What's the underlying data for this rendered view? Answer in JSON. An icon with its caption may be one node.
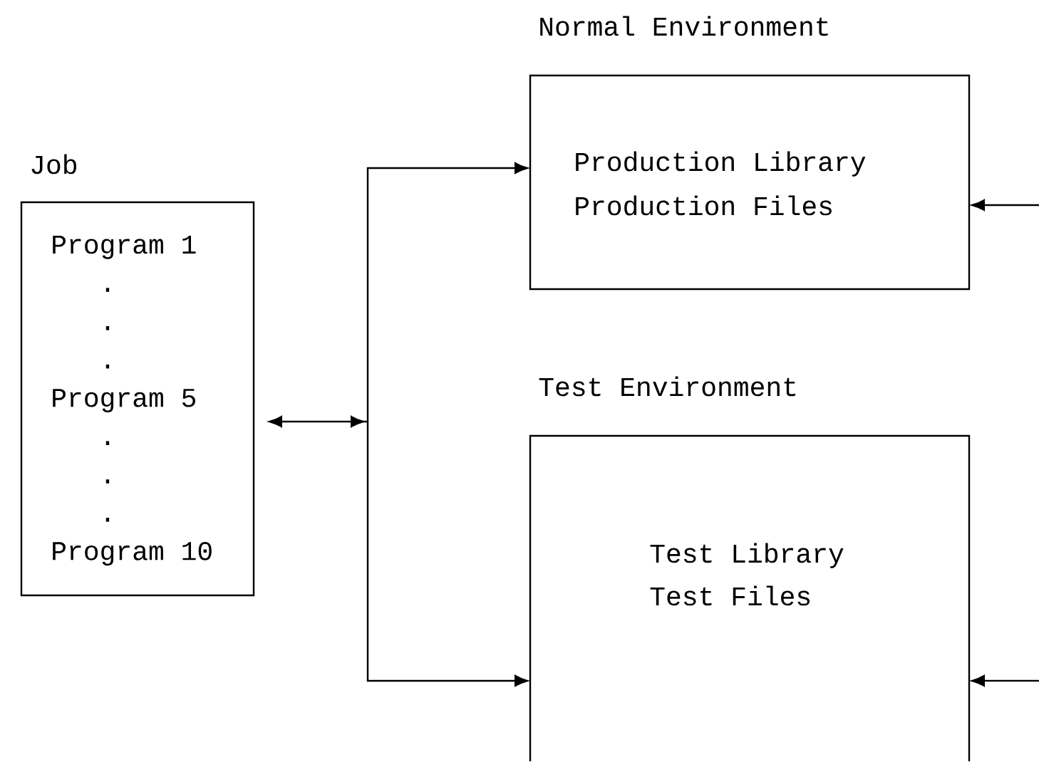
{
  "diagram": {
    "nodes": [
      {
        "text": [
          "Job",
          "Program 1",
          ".",
          ".",
          ".",
          "Program 5",
          ".",
          ".",
          ".",
          "Program 10"
        ]
      },
      {
        "text": [
          "Normal Environment",
          "Production Library",
          "Production Files"
        ]
      },
      {
        "text": [
          "Test Environment",
          "Test Library",
          "Test Files"
        ]
      }
    ],
    "edges": [
      {
        "from": 0,
        "to": 1,
        "arrow": "both"
      },
      {
        "from": 0,
        "to": 2,
        "arrow": "both"
      },
      {
        "from": null,
        "to": 1,
        "arrow": "to"
      },
      {
        "from": null,
        "to": 2,
        "arrow": "to"
      }
    ]
  }
}
